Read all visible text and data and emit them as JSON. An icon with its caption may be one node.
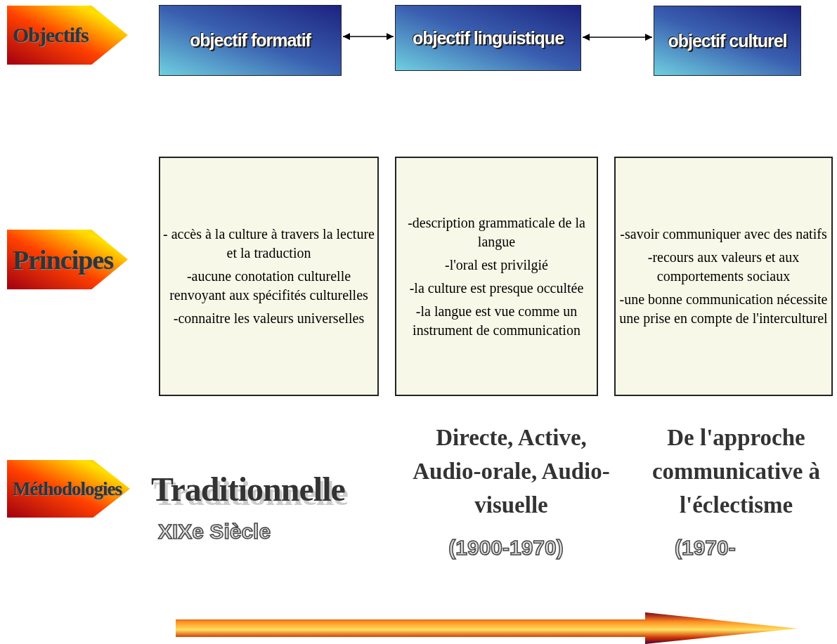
{
  "diagram": {
    "nodes": [
      {
        "text": [
          "Objectifs"
        ]
      },
      {
        "text": [
          "objectif formatif"
        ]
      },
      {
        "text": [
          "objectif linguistique"
        ]
      },
      {
        "text": [
          "objectif culturel"
        ]
      },
      {
        "text": [
          "Principes"
        ]
      },
      {
        "text": [
          "- accès à la culture à travers la lecture et la traduction",
          "-aucune conotation culturelle renvoyant aux spécifités culturelles",
          "-connaitre les valeurs universelles"
        ]
      },
      {
        "text": [
          "-description grammaticale de la langue",
          "-l'oral est privilgié",
          "-la culture est presque occultée",
          "-la langue est vue comme un instrument de communication"
        ]
      },
      {
        "text": [
          "-savoir communiquer avec des natifs",
          "-recours aux valeurs et aux comportements sociaux",
          "-une bonne communication nécessite une prise en compte de l'interculturel"
        ]
      },
      {
        "text": [
          "Méthodologies"
        ]
      }
    ],
    "edges": [
      {
        "from": 1,
        "to": 2,
        "arrow": "both"
      },
      {
        "from": 2,
        "to": 3,
        "arrow": "both"
      }
    ],
    "labels": [
      "Directe, Active, Audio-orale, Audio-visuelle",
      "De l'approche communicative à l'éclectisme",
      "Traditionnelle",
      "XIXe Siècle",
      "(1900-1970)",
      "(1970-"
    ]
  }
}
